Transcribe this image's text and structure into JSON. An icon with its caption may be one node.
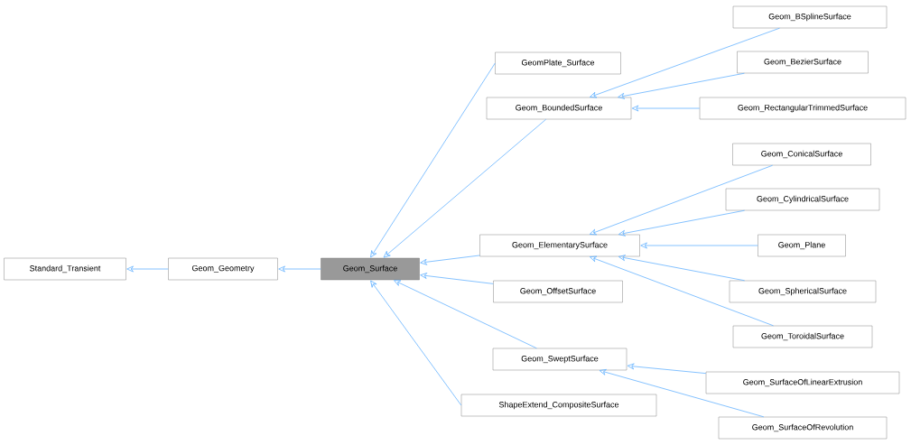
{
  "diagram": {
    "nodes": [
      {
        "text": [
          "Standard_Transient"
        ]
      },
      {
        "text": [
          "Geom_Geometry"
        ]
      },
      {
        "text": [
          "Geom_Surface"
        ]
      },
      {
        "text": [
          "GeomPlate_Surface"
        ]
      },
      {
        "text": [
          "Geom_BoundedSurface"
        ]
      },
      {
        "text": [
          "Geom_ElementarySurface"
        ]
      },
      {
        "text": [
          "Geom_OffsetSurface"
        ]
      },
      {
        "text": [
          "Geom_SweptSurface"
        ]
      },
      {
        "text": [
          "ShapeExtend_CompositeSurface"
        ]
      },
      {
        "text": [
          "Geom_BSplineSurface"
        ]
      },
      {
        "text": [
          "Geom_BezierSurface"
        ]
      },
      {
        "text": [
          "Geom_RectangularTrimmedSurface"
        ]
      },
      {
        "text": [
          "Geom_ConicalSurface"
        ]
      },
      {
        "text": [
          "Geom_CylindricalSurface"
        ]
      },
      {
        "text": [
          "Geom_Plane"
        ]
      },
      {
        "text": [
          "Geom_SphericalSurface"
        ]
      },
      {
        "text": [
          "Geom_ToroidalSurface"
        ]
      },
      {
        "text": [
          "Geom_SurfaceOfLinearExtrusion"
        ]
      },
      {
        "text": [
          "Geom_SurfaceOfRevolution"
        ]
      }
    ],
    "edges": [
      {
        "from": 1,
        "to": 0,
        "arrow": "to"
      },
      {
        "from": 2,
        "to": 1,
        "arrow": "to"
      },
      {
        "from": 3,
        "to": 2,
        "arrow": "to"
      },
      {
        "from": 4,
        "to": 2,
        "arrow": "to"
      },
      {
        "from": 5,
        "to": 2,
        "arrow": "to"
      },
      {
        "from": 6,
        "to": 2,
        "arrow": "to"
      },
      {
        "from": 7,
        "to": 2,
        "arrow": "to"
      },
      {
        "from": 8,
        "to": 2,
        "arrow": "to"
      },
      {
        "from": 9,
        "to": 4,
        "arrow": "to"
      },
      {
        "from": 10,
        "to": 4,
        "arrow": "to"
      },
      {
        "from": 11,
        "to": 4,
        "arrow": "to"
      },
      {
        "from": 12,
        "to": 5,
        "arrow": "to"
      },
      {
        "from": 13,
        "to": 5,
        "arrow": "to"
      },
      {
        "from": 14,
        "to": 5,
        "arrow": "to"
      },
      {
        "from": 15,
        "to": 5,
        "arrow": "to"
      },
      {
        "from": 16,
        "to": 5,
        "arrow": "to"
      },
      {
        "from": 17,
        "to": 7,
        "arrow": "to"
      },
      {
        "from": 18,
        "to": 7,
        "arrow": "to"
      }
    ]
  }
}
